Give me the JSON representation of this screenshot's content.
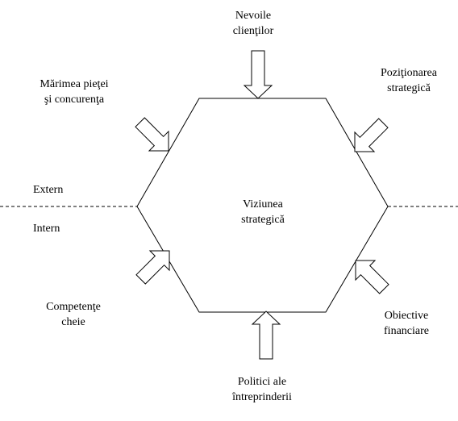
{
  "center": {
    "lines": [
      "Viziunea",
      "strategică"
    ]
  },
  "zones": {
    "external": "Extern",
    "internal": "Intern"
  },
  "factors": [
    {
      "id": "customer-needs",
      "lines": [
        "Nevoile",
        "clienţilor"
      ]
    },
    {
      "id": "strategic-positioning",
      "lines": [
        "Poziţionarea",
        "strategică"
      ]
    },
    {
      "id": "financial-objectives",
      "lines": [
        "Obiective",
        "financiare"
      ]
    },
    {
      "id": "company-policies",
      "lines": [
        "Politici ale",
        "întreprinderii"
      ]
    },
    {
      "id": "key-competencies",
      "lines": [
        "Competenţe",
        "cheie"
      ]
    },
    {
      "id": "market-size-competition",
      "lines": [
        "Mărimea pieţei",
        "şi concurenţa"
      ]
    }
  ],
  "colors": {
    "stroke": "#000000",
    "fill": "#ffffff",
    "text": "#000000"
  }
}
